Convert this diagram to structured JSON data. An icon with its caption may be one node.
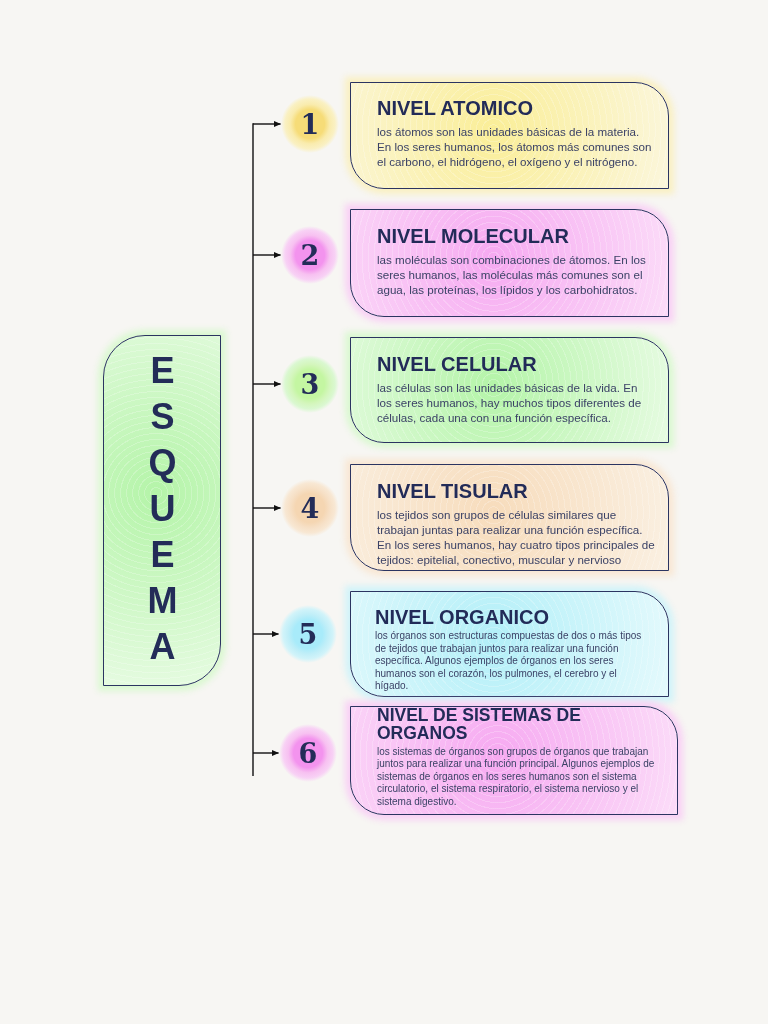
{
  "diagram": {
    "nodes": [
      {
        "text": [
          "ESQUEMA"
        ]
      },
      {
        "text": [
          "1"
        ]
      },
      {
        "text": [
          "NIVEL ATOMICO",
          "los átomos son las unidades básicas de la materia. En los seres humanos, los átomos más comunes son el carbono, el hidrógeno, el oxígeno y el nitrógeno."
        ]
      },
      {
        "text": [
          "2"
        ]
      },
      {
        "text": [
          "NIVEL MOLECULAR",
          "las moléculas son combinaciones de átomos. En los seres humanos, las moléculas más comunes son el agua, las proteínas, los lípidos y los carbohidratos."
        ]
      },
      {
        "text": [
          "3"
        ]
      },
      {
        "text": [
          "NIVEL CELULAR",
          "las células son las unidades básicas de la vida. En los seres humanos, hay muchos tipos diferentes de células, cada una con una función específica."
        ]
      },
      {
        "text": [
          "4"
        ]
      },
      {
        "text": [
          "NIVEL TISULAR",
          "los tejidos son grupos de células similares que trabajan juntas para realizar una función específica. En los seres humanos, hay cuatro tipos principales de tejidos: epitelial, conectivo, muscular y nervioso"
        ]
      },
      {
        "text": [
          "5"
        ]
      },
      {
        "text": [
          "NIVEL ORGANICO",
          "los órganos son estructuras compuestas de dos o más tipos de tejidos que trabajan juntos para realizar una función específica. Algunos ejemplos de órganos en los seres humanos son el corazón, los pulmones, el cerebro y el hígado."
        ]
      },
      {
        "text": [
          "6"
        ]
      },
      {
        "text": [
          "NIVEL DE SISTEMAS DE ORGANOS",
          "los sistemas de órganos son grupos de órganos que trabajan juntos para realizar una función principal. Algunos ejemplos de sistemas de órganos en los seres humanos son el sistema circulatorio, el sistema respiratorio, el sistema nervioso y el sistema digestivo."
        ]
      }
    ],
    "edges": [
      {
        "from": null,
        "to": 1,
        "arrow": "to"
      },
      {
        "from": null,
        "to": 3,
        "arrow": "to"
      },
      {
        "from": null,
        "to": 5,
        "arrow": "to"
      },
      {
        "from": null,
        "to": 7,
        "arrow": "to"
      },
      {
        "from": null,
        "to": 9,
        "arrow": "to"
      },
      {
        "from": null,
        "to": 11,
        "arrow": "to"
      }
    ]
  }
}
